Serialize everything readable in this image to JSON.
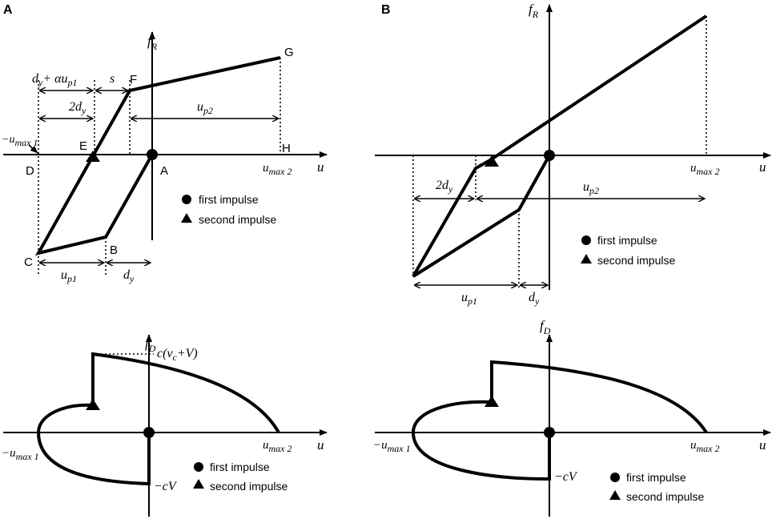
{
  "panels": {
    "A": {
      "panel_label": "A",
      "force_axis": {
        "symbol": "f",
        "sub": "R"
      },
      "displacement_axis": "u",
      "points": {
        "A": "A",
        "B": "B",
        "C": "C",
        "D": "D",
        "E": "E",
        "F": "F",
        "G": "G",
        "H": "H"
      },
      "dims": {
        "dy_plus": "d",
        "dy_plus_sub": "y",
        "dy_plus_tail": "+ αu",
        "dy_plus_tail_sub": "p1",
        "s": "s",
        "two_dy": "2d",
        "two_dy_sub": "y",
        "up2": "u",
        "up2_sub": "p2",
        "up1": "u",
        "up1_sub": "p1",
        "dy": "d",
        "dy_sub": "y",
        "umax1": "−u",
        "umax1_sub": "max 1",
        "umax2": "u",
        "umax2_sub": "max 2"
      },
      "legend": {
        "first": "first impulse",
        "second": "second impulse"
      }
    },
    "A_damping": {
      "force_axis": {
        "symbol": "f",
        "sub": "D"
      },
      "displacement_axis": "u",
      "peak_label": "c(v",
      "peak_label_sub": "c",
      "peak_label_tail": "+V)",
      "neg_label": "−cV",
      "umax1": "−u",
      "umax1_sub": "max 1",
      "umax2": "u",
      "umax2_sub": "max 2",
      "legend": {
        "first": "first impulse",
        "second": "second impulse"
      }
    },
    "B": {
      "panel_label": "B",
      "force_axis": {
        "symbol": "f",
        "sub": "R"
      },
      "displacement_axis": "u",
      "dims": {
        "two_dy": "2d",
        "two_dy_sub": "y",
        "up2": "u",
        "up2_sub": "p2",
        "up1": "u",
        "up1_sub": "p1",
        "dy": "d",
        "dy_sub": "y",
        "umax2": "u",
        "umax2_sub": "max 2"
      },
      "legend": {
        "first": "first impulse",
        "second": "second impulse"
      }
    },
    "B_damping": {
      "force_axis": {
        "symbol": "f",
        "sub": "D"
      },
      "displacement_axis": "u",
      "neg_label": "−cV",
      "umax1": "−u",
      "umax1_sub": "max 1",
      "umax2": "u",
      "umax2_sub": "max 2",
      "legend": {
        "first": "first impulse",
        "second": "second impulse"
      }
    }
  }
}
